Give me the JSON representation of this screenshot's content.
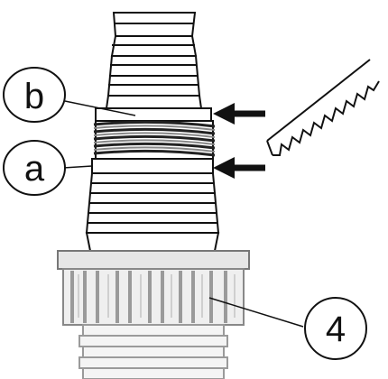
{
  "callouts": {
    "b": "b",
    "a": "a",
    "four": "4"
  },
  "colors": {
    "ink": "#111111",
    "thread": "#666666",
    "ring": "#bdbdbd",
    "lower": "#aaaaaa"
  }
}
